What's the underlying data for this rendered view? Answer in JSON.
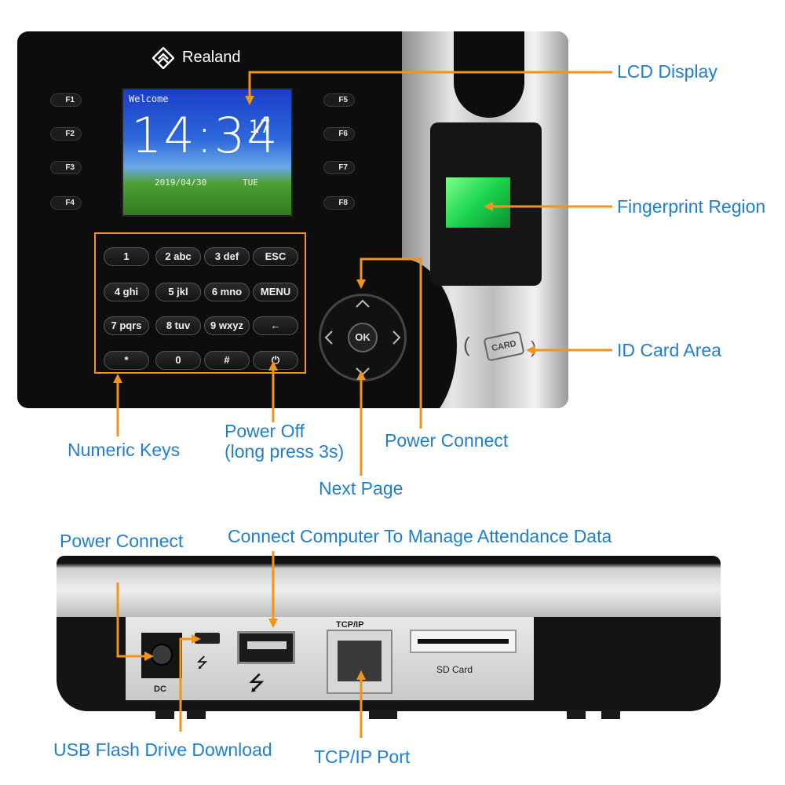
{
  "brand": {
    "name": "Realand"
  },
  "front": {
    "fkeys_left": [
      "F1",
      "F2",
      "F3",
      "F4"
    ],
    "fkeys_right": [
      "F5",
      "F6",
      "F7",
      "F8"
    ],
    "lcd": {
      "welcome": "Welcome",
      "time": "14:34",
      "seconds": "17",
      "date": "2019/04/30",
      "day": "TUE"
    },
    "keypad": [
      [
        "1",
        "2 abc",
        "3 def",
        "ESC"
      ],
      [
        "4 ghi",
        "5 jkl",
        "6 mno",
        "MENU"
      ],
      [
        "7 pqrs",
        "8 tuv",
        "9 wxyz",
        "←"
      ],
      [
        "*",
        "0",
        "#",
        "⏻"
      ]
    ],
    "nav": {
      "ok": "OK"
    },
    "card_label": "CARD"
  },
  "back": {
    "dc_label": "DC",
    "tcpip_label": "TCP/IP",
    "sd_label": "SD Card"
  },
  "callouts": {
    "lcd_display": "LCD Display",
    "fingerprint_region": "Fingerprint Region",
    "id_card_area": "ID Card Area",
    "numeric_keys": "Numeric Keys",
    "power_off_line1": "Power Off",
    "power_off_line2": "(long press 3s)",
    "power_connect_front": "Power Connect",
    "next_page": "Next Page",
    "power_connect_back": "Power Connect",
    "connect_computer": "Connect Computer To Manage Attendance Data",
    "usb_flash": "USB Flash Drive Download",
    "tcpip_port": "TCP/IP Port"
  },
  "colors": {
    "callout_text": "#1e7fd1",
    "arrow": "#f2931b",
    "fingerprint": "#1cd44e"
  }
}
